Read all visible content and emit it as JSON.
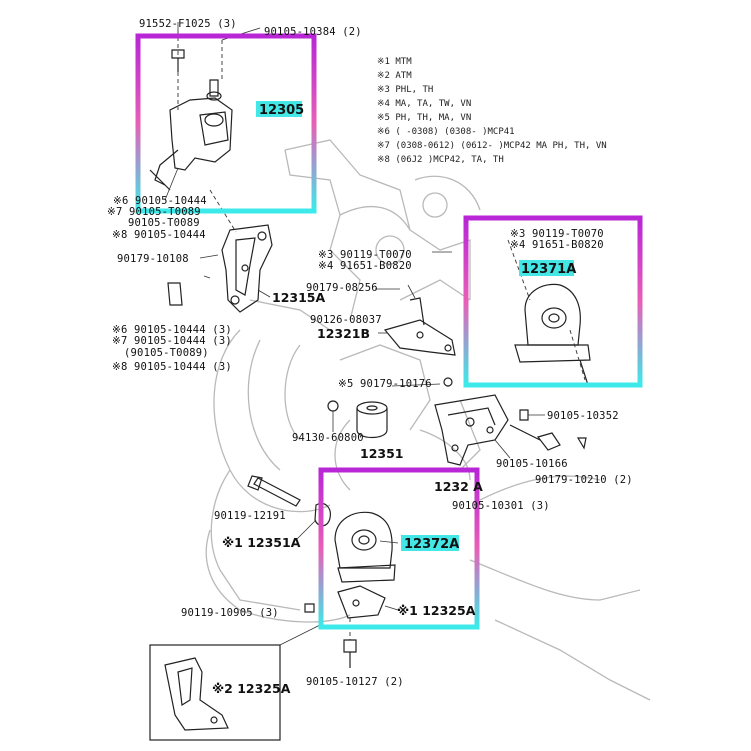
{
  "notes": [
    "※1 MTM",
    "※2 ATM",
    "※3 PHL, TH",
    "※4 MA, TA, TW, VN",
    "※5 PH, TH, MA, VN",
    "※6 (    -0308) (0308-     )MCP41",
    "※7 (0308-0612) (0612-     )MCP42  MA PH, TH, VN",
    "※8 (06J2        )MCP42, TA, TH"
  ],
  "parts": {
    "p91552": "91552-F1025 (3)",
    "p90105_10384": "90105-10384 (2)",
    "p12305": "12305",
    "p90105_10444_a": "※6 90105-10444",
    "p90105_t0089_a": "※7 90105-T0089",
    "p90105_t0089_b": "90105-T0089",
    "p90105_10444_b": "※8 90105-10444",
    "p90179_10108": "90179-10108",
    "p12315a": "12315A",
    "p90105_10444_c": "※6 90105-10444 (3)",
    "p90105_10444_d": "※7 90105-10444 (3)",
    "p90105_t0089_c": "(90105-T0089)",
    "p90105_10444_e": "※8 90105-10444 (3)",
    "p90119_t0070_a": "※3 90119-T0070",
    "p91651_b0820_a": "※4 91651-B0820",
    "p90179_08256": "90179-08256",
    "p90126_08037": "90126-08037",
    "p12321b": "12321B",
    "p90119_t0070_b": "※3 90119-T0070",
    "p91651_b0820_b": "※4 91651-B0820",
    "p12371a": "12371A",
    "p90179_10176": "※5 90179-10176",
    "p94130_60800": "94130-60800",
    "p12351": "12351",
    "p90105_10352": "90105-10352",
    "p90105_10166": "90105-10166",
    "p90179_10210": "90179-10210 (2)",
    "p1232_a": "1232 A",
    "p90105_10301": "90105-10301 (3)",
    "p90119_12191": "90119-12191",
    "p12351a": "※1 12351A",
    "p12372a": "12372A",
    "p90119_10905": "90119-10905 (3)",
    "p12325a": "※1 12325A",
    "p90105_10127": "90105-10127 (2)",
    "p12325a_inset": "※2 12325A"
  },
  "colors": {
    "frame_top": "#c330d8",
    "frame_mid": "#e65fb5",
    "frame_bottom": "#3ee8e8",
    "highlight_label_bg": "#44e6e6"
  }
}
